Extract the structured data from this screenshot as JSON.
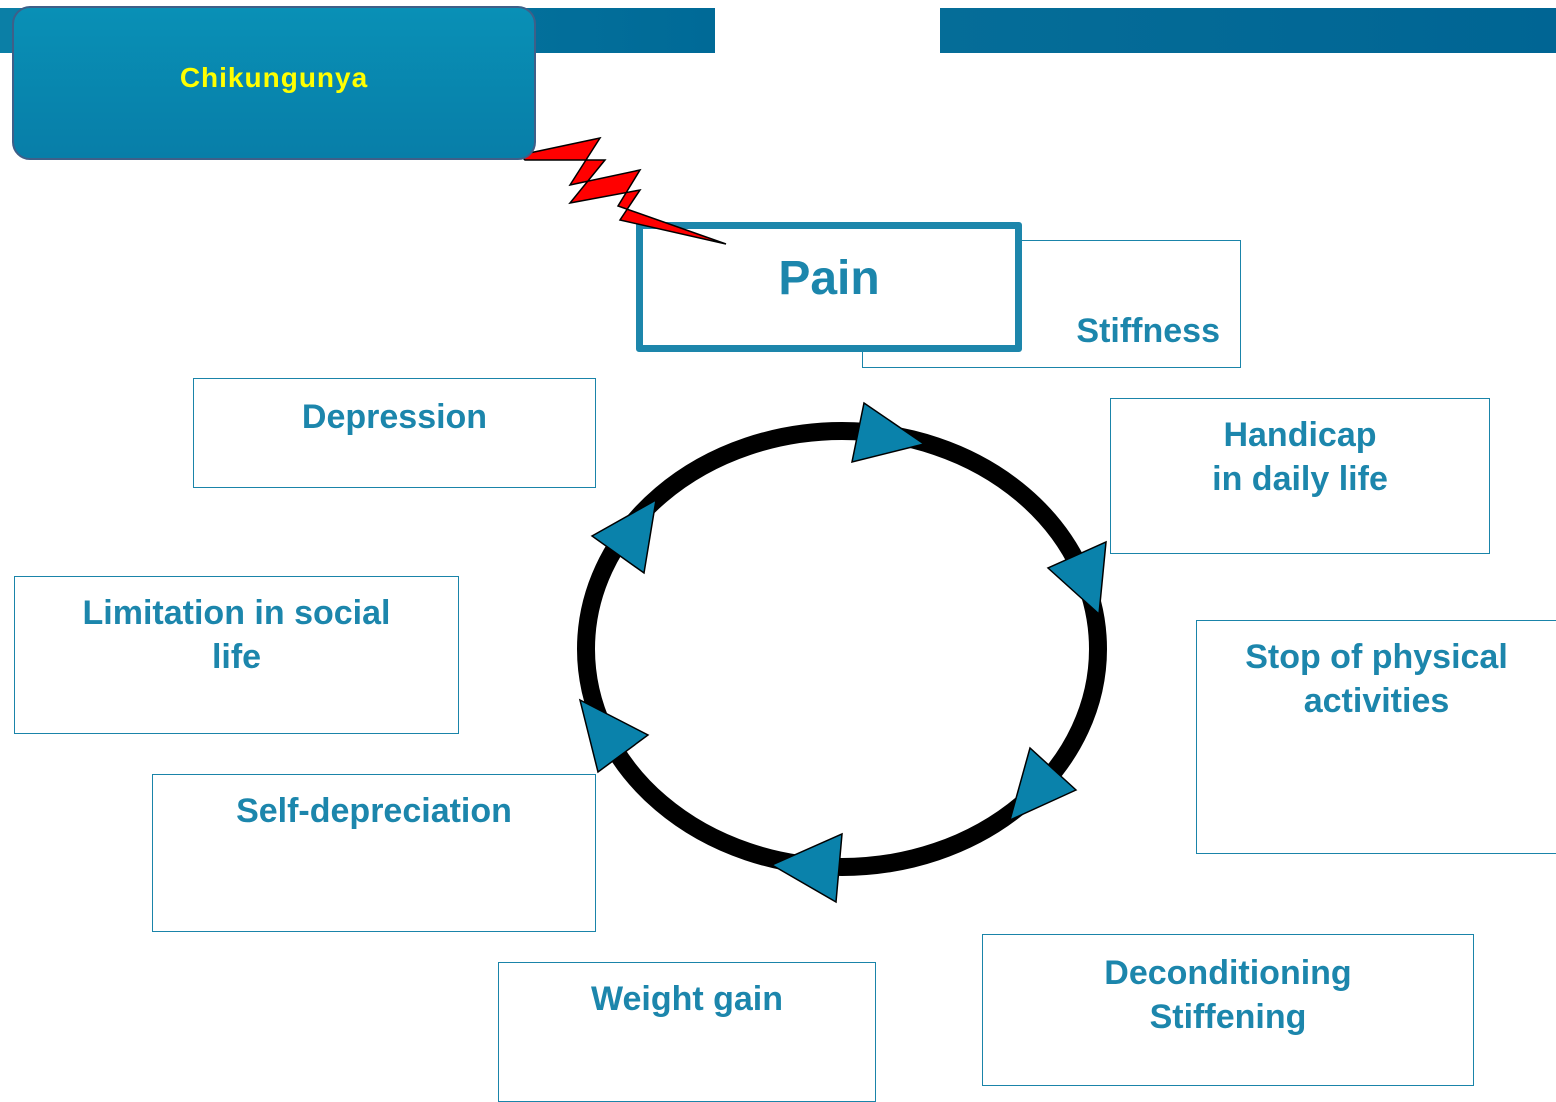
{
  "header": {
    "badge_label": "Chikungunya"
  },
  "center": {
    "label": "Pain"
  },
  "boxes": {
    "stiffness": "Stiffness",
    "handicap_line1": "Handicap",
    "handicap_line2": "in daily life",
    "stop_line1": "Stop of physical",
    "stop_line2": "activities",
    "decond_line1": "Deconditioning",
    "decond_line2": "Stiffening",
    "weight_gain": "Weight gain",
    "self_depreciation": "Self-depreciation",
    "limitation_line1": "Limitation in social",
    "limitation_line2": "life",
    "depression": "Depression"
  },
  "colors": {
    "accent": "#1c86ac",
    "badge_text": "#ffff00",
    "bolt": "#ff0000",
    "arrowhead": "#0a82ab",
    "cycle": "#000000"
  }
}
